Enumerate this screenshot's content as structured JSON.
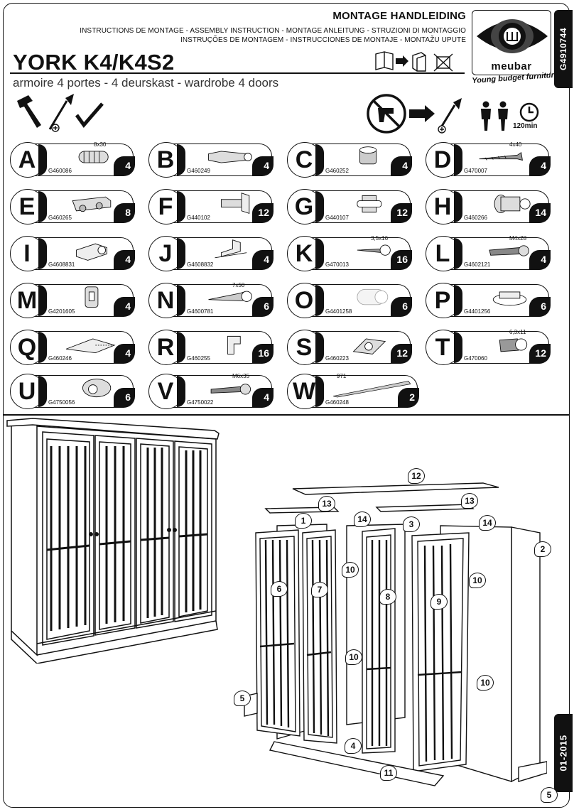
{
  "header": {
    "title": "MONTAGE HANDLEIDING",
    "line1": "INSTRUCTIONS DE MONTAGE - ASSEMBLY INSTRUCTION - MONTAGE ANLEITUNG - STRUZIONI DI MONTAGGIO",
    "line2": "INSTRUÇÕES DE MONTAGEM - INSTRUCCIONES DE MONTAJE - MONTAŽU UPUTE",
    "model": "YORK K4/K4S2",
    "subtitle": "armoire 4 portes - 4 deurskast - wardrobe 4 doors"
  },
  "brand": {
    "name": "meubar",
    "tagline": "Young budget furniture",
    "logo_icon": "eye-logo-icon"
  },
  "side_tabs": {
    "code": "G4910744",
    "date": "01-2015"
  },
  "time": "120min",
  "icons": {
    "tools": [
      "hammer-icon",
      "screwdriver-icon",
      "square-ruler-icon"
    ],
    "warning": "no-power-drill-icon",
    "persons": "two-persons-icon",
    "clock": "clock-icon",
    "pictograms": [
      "book-icon",
      "arrow-icon",
      "box-icon",
      "no-cutting-icon"
    ]
  },
  "parts": [
    {
      "letter": "A",
      "spec": "8x30",
      "code": "G460086",
      "qty": "4"
    },
    {
      "letter": "B",
      "spec": "",
      "code": "G460249",
      "qty": "4"
    },
    {
      "letter": "C",
      "spec": "",
      "code": "G460252",
      "qty": "4"
    },
    {
      "letter": "D",
      "spec": "4x40",
      "code": "G470007",
      "qty": "4"
    },
    {
      "letter": "E",
      "spec": "",
      "code": "G460265",
      "qty": "8"
    },
    {
      "letter": "F",
      "spec": "",
      "code": "G440102",
      "qty": "12"
    },
    {
      "letter": "G",
      "spec": "",
      "code": "G440107",
      "qty": "12"
    },
    {
      "letter": "H",
      "spec": "",
      "code": "G460266",
      "qty": "14"
    },
    {
      "letter": "I",
      "spec": "",
      "code": "G4608831",
      "qty": "4"
    },
    {
      "letter": "J",
      "spec": "",
      "code": "G4608832",
      "qty": "4"
    },
    {
      "letter": "K",
      "spec": "3,5x16",
      "code": "G470013",
      "qty": "16"
    },
    {
      "letter": "L",
      "spec": "M4x28",
      "code": "G4602121",
      "qty": "4"
    },
    {
      "letter": "M",
      "spec": "",
      "code": "G4201605",
      "qty": "4"
    },
    {
      "letter": "N",
      "spec": "7x50",
      "code": "G4600781",
      "qty": "6"
    },
    {
      "letter": "O",
      "spec": "",
      "code": "G4401258",
      "qty": "6"
    },
    {
      "letter": "P",
      "spec": "",
      "code": "G4401256",
      "qty": "6"
    },
    {
      "letter": "Q",
      "spec": "",
      "code": "G460246",
      "qty": "4"
    },
    {
      "letter": "R",
      "spec": "",
      "code": "G460255",
      "qty": "16"
    },
    {
      "letter": "S",
      "spec": "",
      "code": "G460223",
      "qty": "12"
    },
    {
      "letter": "T",
      "spec": "6,3x11",
      "code": "G470060",
      "qty": "12"
    },
    {
      "letter": "U",
      "spec": "",
      "code": "G4750056",
      "qty": "6"
    },
    {
      "letter": "V",
      "spec": "M6x35",
      "code": "G4750022",
      "qty": "4"
    },
    {
      "letter": "W",
      "spec": "971",
      "code": "G460248",
      "qty": "2"
    }
  ],
  "exploded_labels": [
    "1",
    "2",
    "3",
    "4",
    "5",
    "5",
    "6",
    "7",
    "8",
    "9",
    "10",
    "10",
    "10",
    "10",
    "11",
    "12",
    "13",
    "13",
    "14",
    "14"
  ]
}
